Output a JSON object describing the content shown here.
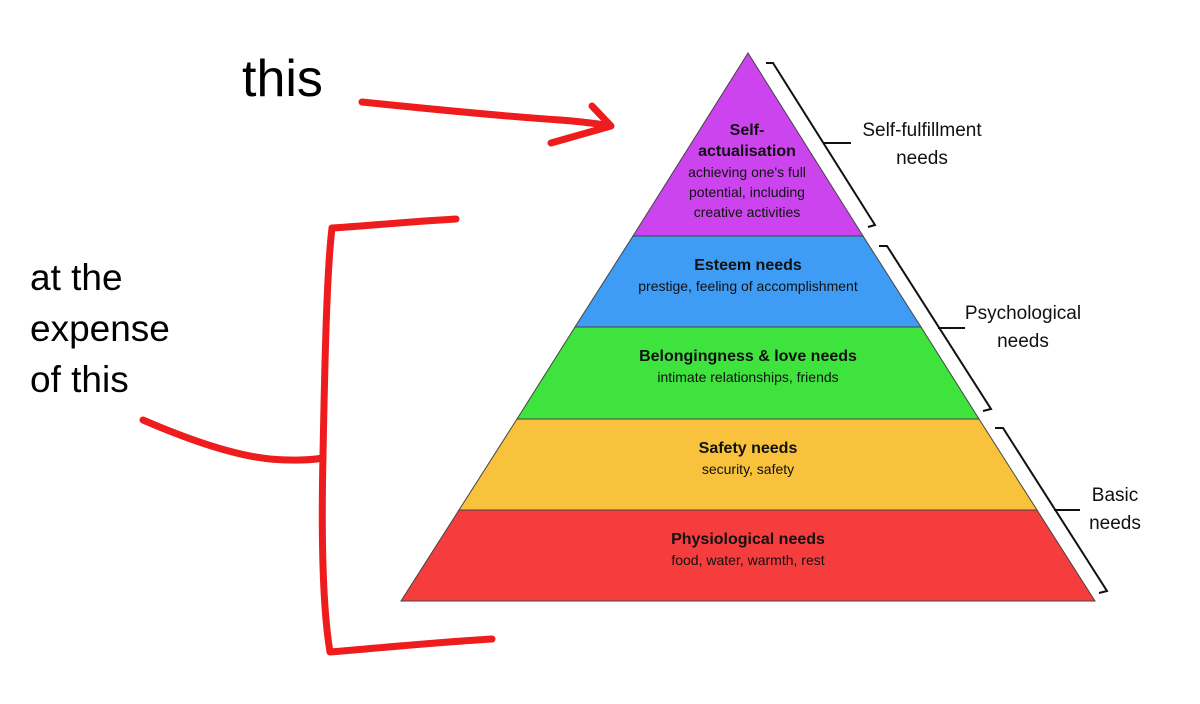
{
  "annotations": {
    "top_note": "this",
    "side_note": "at the\nexpense\nof this",
    "ink_color": "#ee1c1c"
  },
  "pyramid": {
    "tiers": [
      {
        "title": "Self-\nactualisation",
        "description": "achieving one's full\npotential, including\ncreative activities",
        "color": "#cc44ee"
      },
      {
        "title": "Esteem needs",
        "description": "prestige, feeling of accomplishment",
        "color": "#3f9cf5"
      },
      {
        "title": "Belongingness & love needs",
        "description": "intimate relationships, friends",
        "color": "#3ee33e"
      },
      {
        "title": "Safety needs",
        "description": "security, safety",
        "color": "#f8c23c"
      },
      {
        "title": "Physiological needs",
        "description": "food, water, warmth, rest",
        "color": "#f53d3d"
      }
    ],
    "groups": [
      {
        "label": "Self-fulfillment\nneeds"
      },
      {
        "label": "Psychological\nneeds"
      },
      {
        "label": "Basic\nneeds"
      }
    ]
  }
}
